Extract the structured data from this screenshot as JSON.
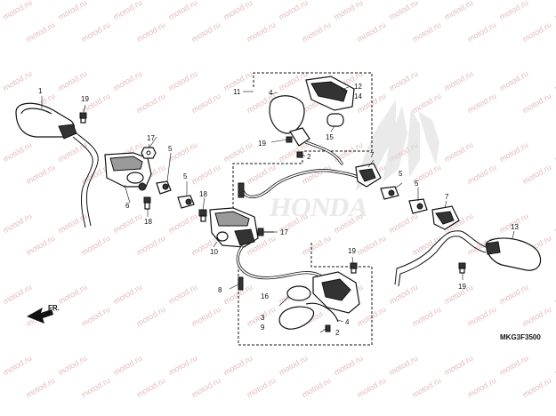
{
  "diagram": {
    "callouts": [
      "1",
      "2",
      "2",
      "3",
      "4",
      "4",
      "5",
      "5",
      "5",
      "5",
      "6",
      "7",
      "7",
      "8",
      "9",
      "10",
      "11",
      "12",
      "13",
      "14",
      "15",
      "16",
      "17",
      "17",
      "18",
      "18",
      "19",
      "19",
      "19",
      "19"
    ],
    "brand_watermark": "HONDA",
    "site_watermark": "motod.ru",
    "direction_label": "FR.",
    "drawing_code": "MKG3F3500",
    "colors": {
      "line": "#111111",
      "watermark": "#e3bcbc",
      "logo": "#d9d9d9"
    }
  }
}
